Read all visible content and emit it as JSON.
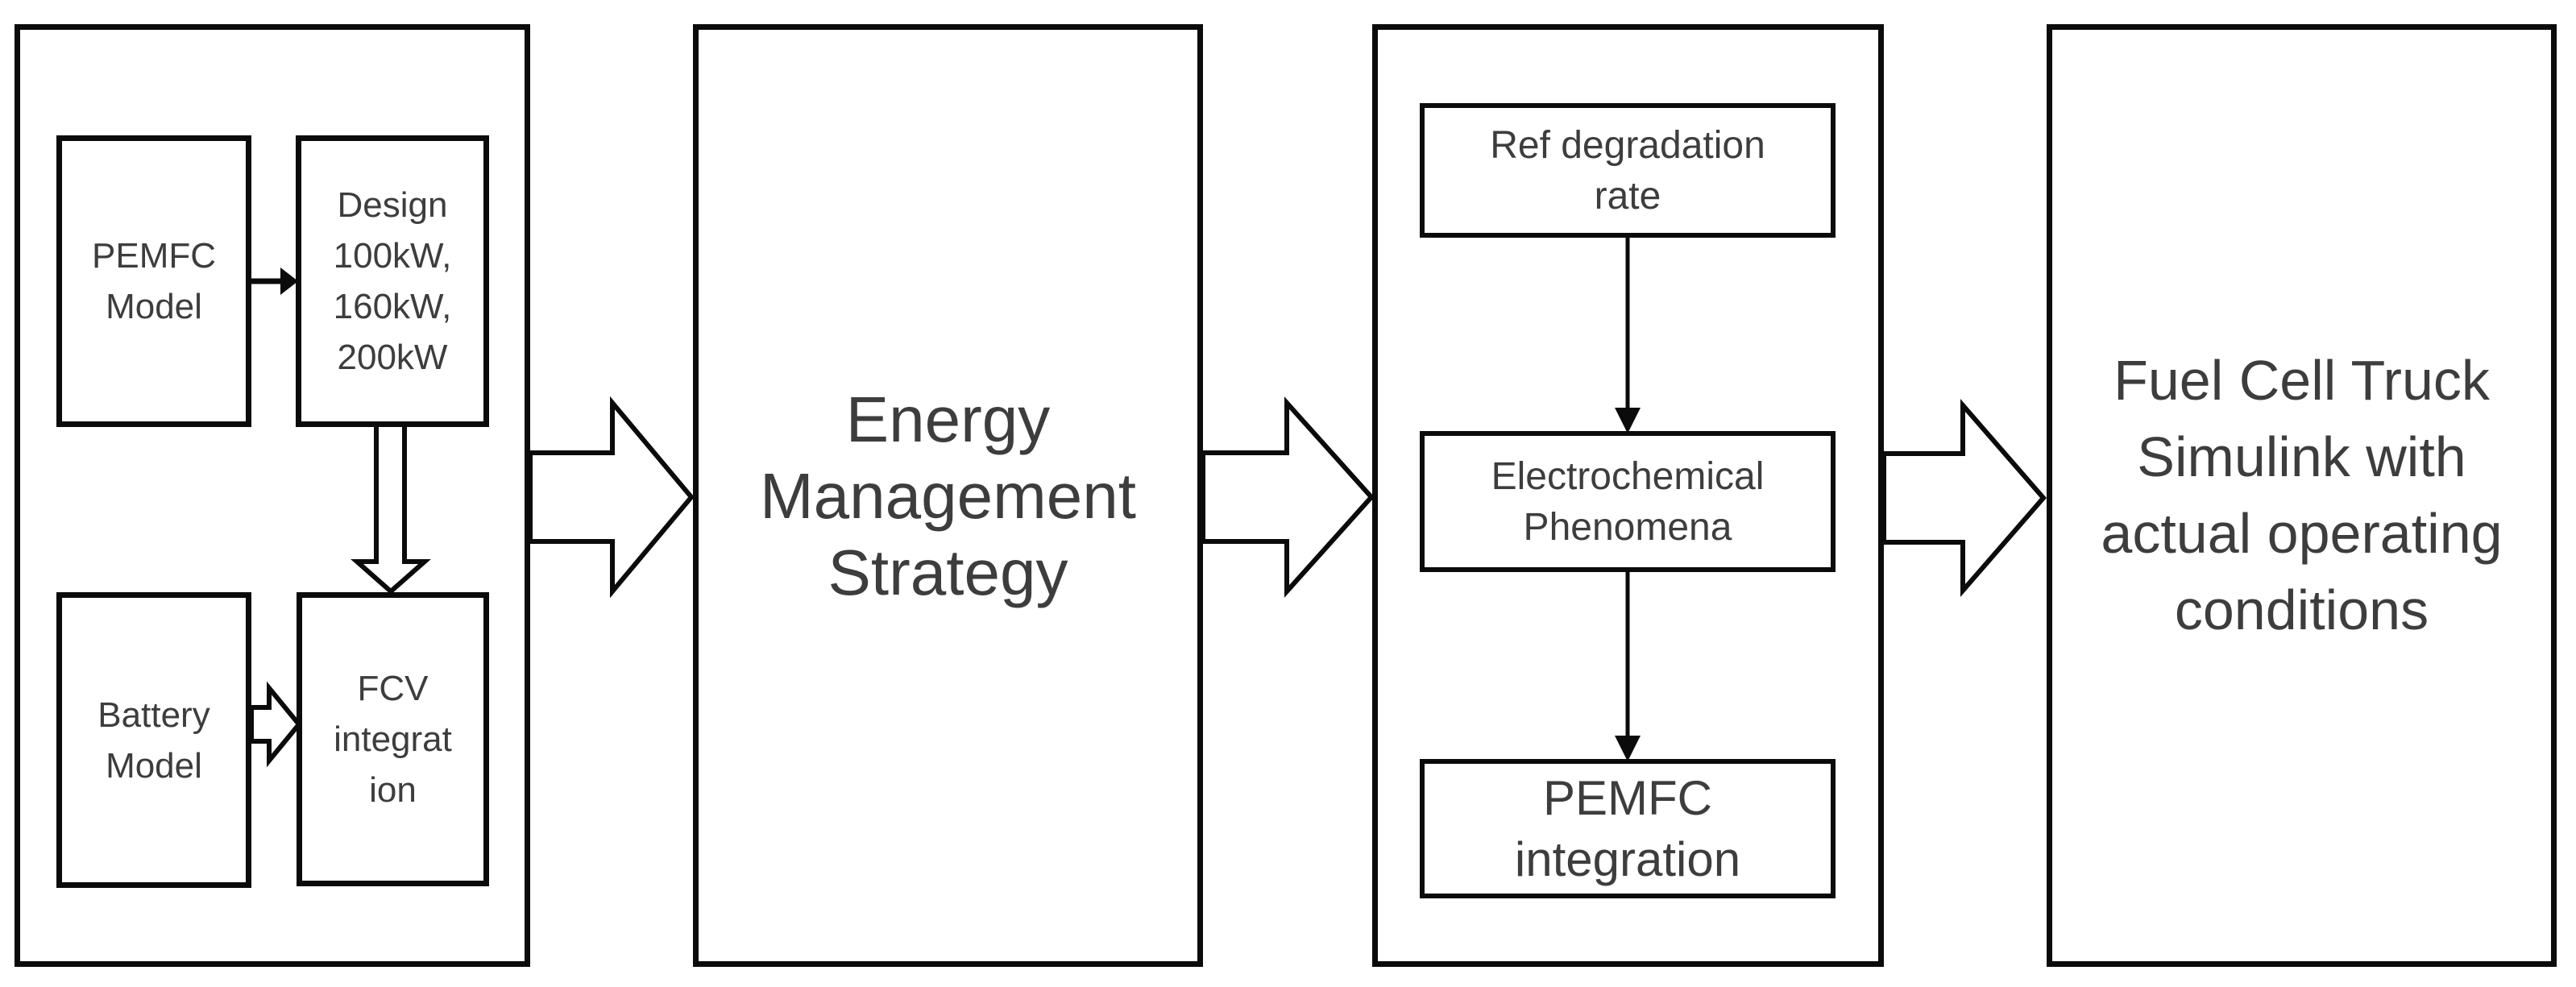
{
  "colors": {
    "background": "#ffffff",
    "line": "#0b0b0b",
    "text": "#3d3d3d"
  },
  "diagram": {
    "stage1": {
      "pemfc_model": "PEMFC\nModel",
      "design": "Design\n100kW,\n160kW,\n200kW",
      "battery_model": "Battery\nModel",
      "fcv_integration": "FCV\nintegrat\nion"
    },
    "stage2": {
      "label": "Energy\nManagement\nStrategy"
    },
    "stage3": {
      "ref_degradation_rate": "Ref degradation\nrate",
      "electrochemical_phenomena": "Electrochemical\nPhenomena",
      "pemfc_integration": "PEMFC\nintegration"
    },
    "stage4": {
      "label": "Fuel Cell Truck\nSimulink with\nactual operating\nconditions"
    }
  }
}
